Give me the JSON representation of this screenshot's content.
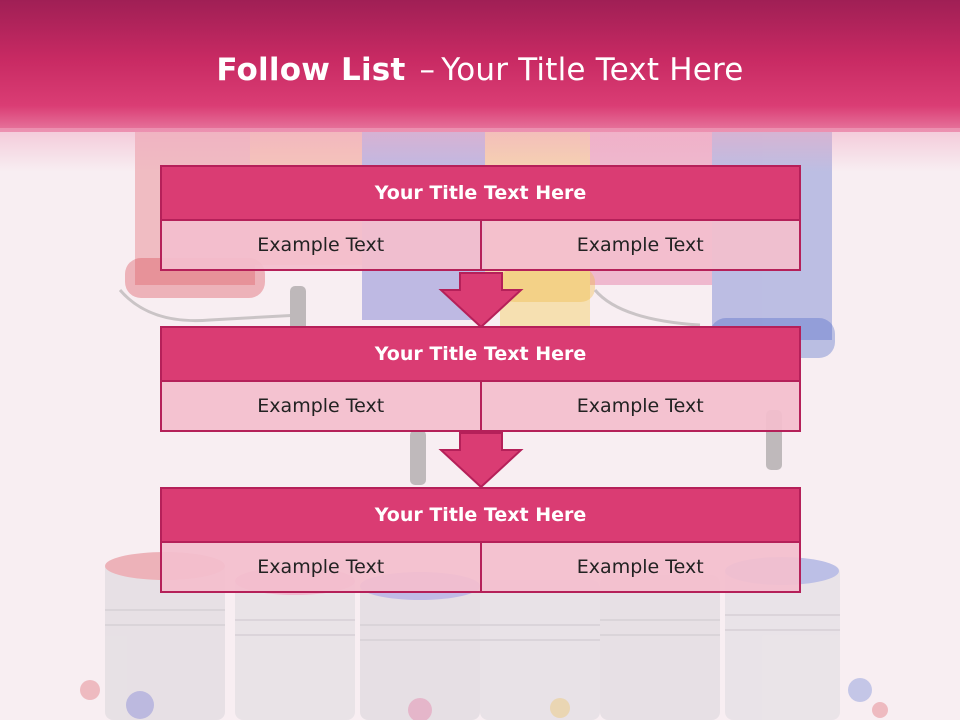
{
  "slide": {
    "title_bold": "Follow List",
    "title_dash": "–",
    "title_rest": "Your Title Text Here"
  },
  "blocks": [
    {
      "title": "Your Title Text Here",
      "left": "Example Text",
      "right": "Example Text"
    },
    {
      "title": "Your Title Text Here",
      "left": "Example Text",
      "right": "Example Text"
    },
    {
      "title": "Your Title Text Here",
      "left": "Example Text",
      "right": "Example Text"
    }
  ],
  "colors": {
    "accent": "#da3c73",
    "accent_dark": "#b52059",
    "cell_fill": "#f3bece",
    "title_bar": "#c82a63"
  }
}
